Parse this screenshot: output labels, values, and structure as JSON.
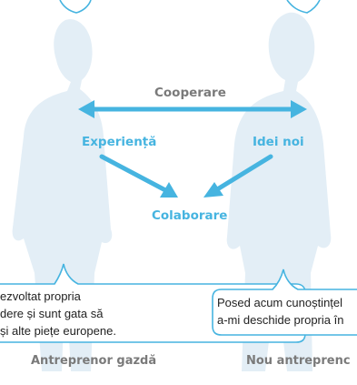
{
  "diagram": {
    "arrow_top": "Cooperare",
    "left_concept": "Experiență",
    "right_concept": "Idei noi",
    "center_concept": "Colaborare"
  },
  "speech": {
    "left_line1": "ezvoltat propria",
    "left_line2": "dere și sunt gata să",
    "left_line3": "și alte piețe europene.",
    "right_line1": "Posed acum cunoștințel",
    "right_line2": "a-mi deschide propria în"
  },
  "people": {
    "left_name": "Antreprenor gazdă",
    "right_name": "Nou antreprenc"
  },
  "colors": {
    "accent": "#46b4e0",
    "silhouette": "#e3eef6",
    "bubble_stroke": "#46b4e0",
    "caption": "#7a7a7a"
  }
}
